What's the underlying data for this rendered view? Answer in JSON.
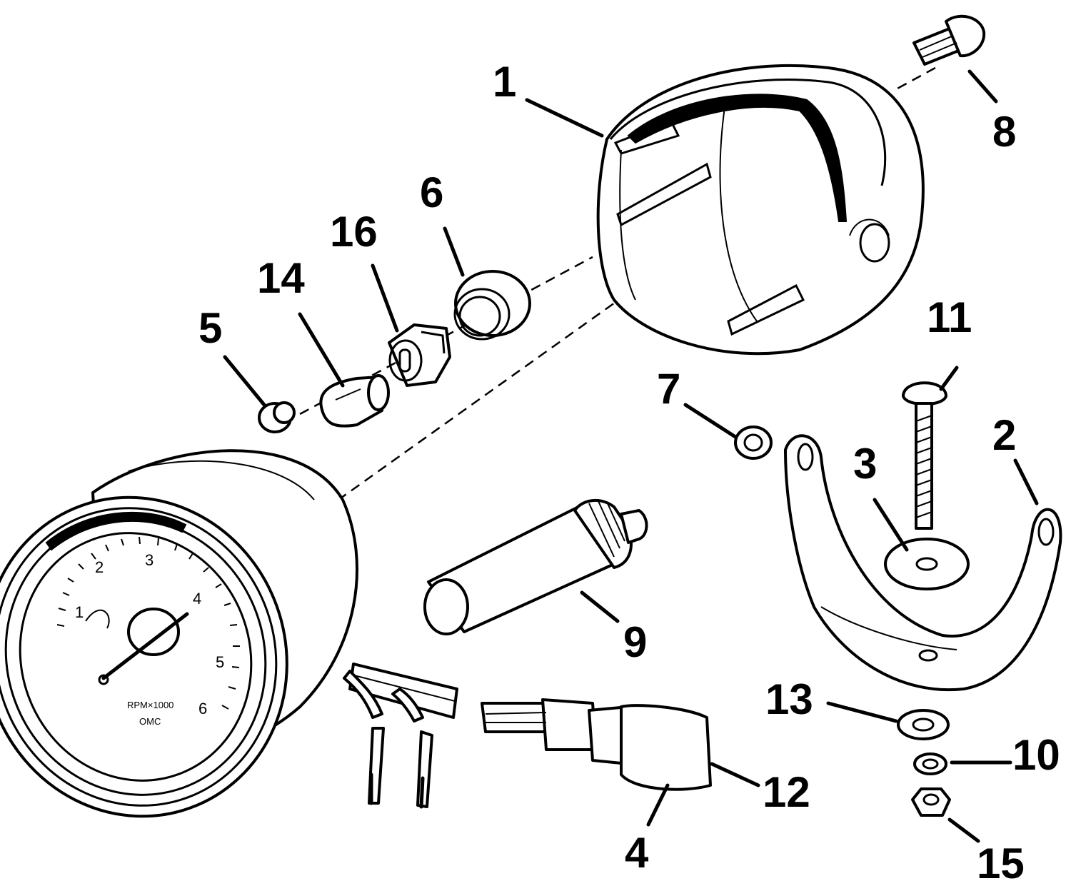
{
  "diagram": {
    "callouts": [
      {
        "id": "1",
        "text": "1"
      },
      {
        "id": "2",
        "text": "2"
      },
      {
        "id": "3",
        "text": "3"
      },
      {
        "id": "4",
        "text": "4"
      },
      {
        "id": "5",
        "text": "5"
      },
      {
        "id": "6",
        "text": "6"
      },
      {
        "id": "7",
        "text": "7"
      },
      {
        "id": "8",
        "text": "8"
      },
      {
        "id": "9",
        "text": "9"
      },
      {
        "id": "10",
        "text": "10"
      },
      {
        "id": "11",
        "text": "11"
      },
      {
        "id": "12",
        "text": "12"
      },
      {
        "id": "13",
        "text": "13"
      },
      {
        "id": "14",
        "text": "14"
      },
      {
        "id": "15",
        "text": "15"
      },
      {
        "id": "16",
        "text": "16"
      }
    ],
    "dial": {
      "scale_numbers": [
        "1",
        "2",
        "3",
        "4",
        "5",
        "6"
      ],
      "face_text_1": "RPM×1000",
      "face_text_2": "OMC"
    }
  }
}
